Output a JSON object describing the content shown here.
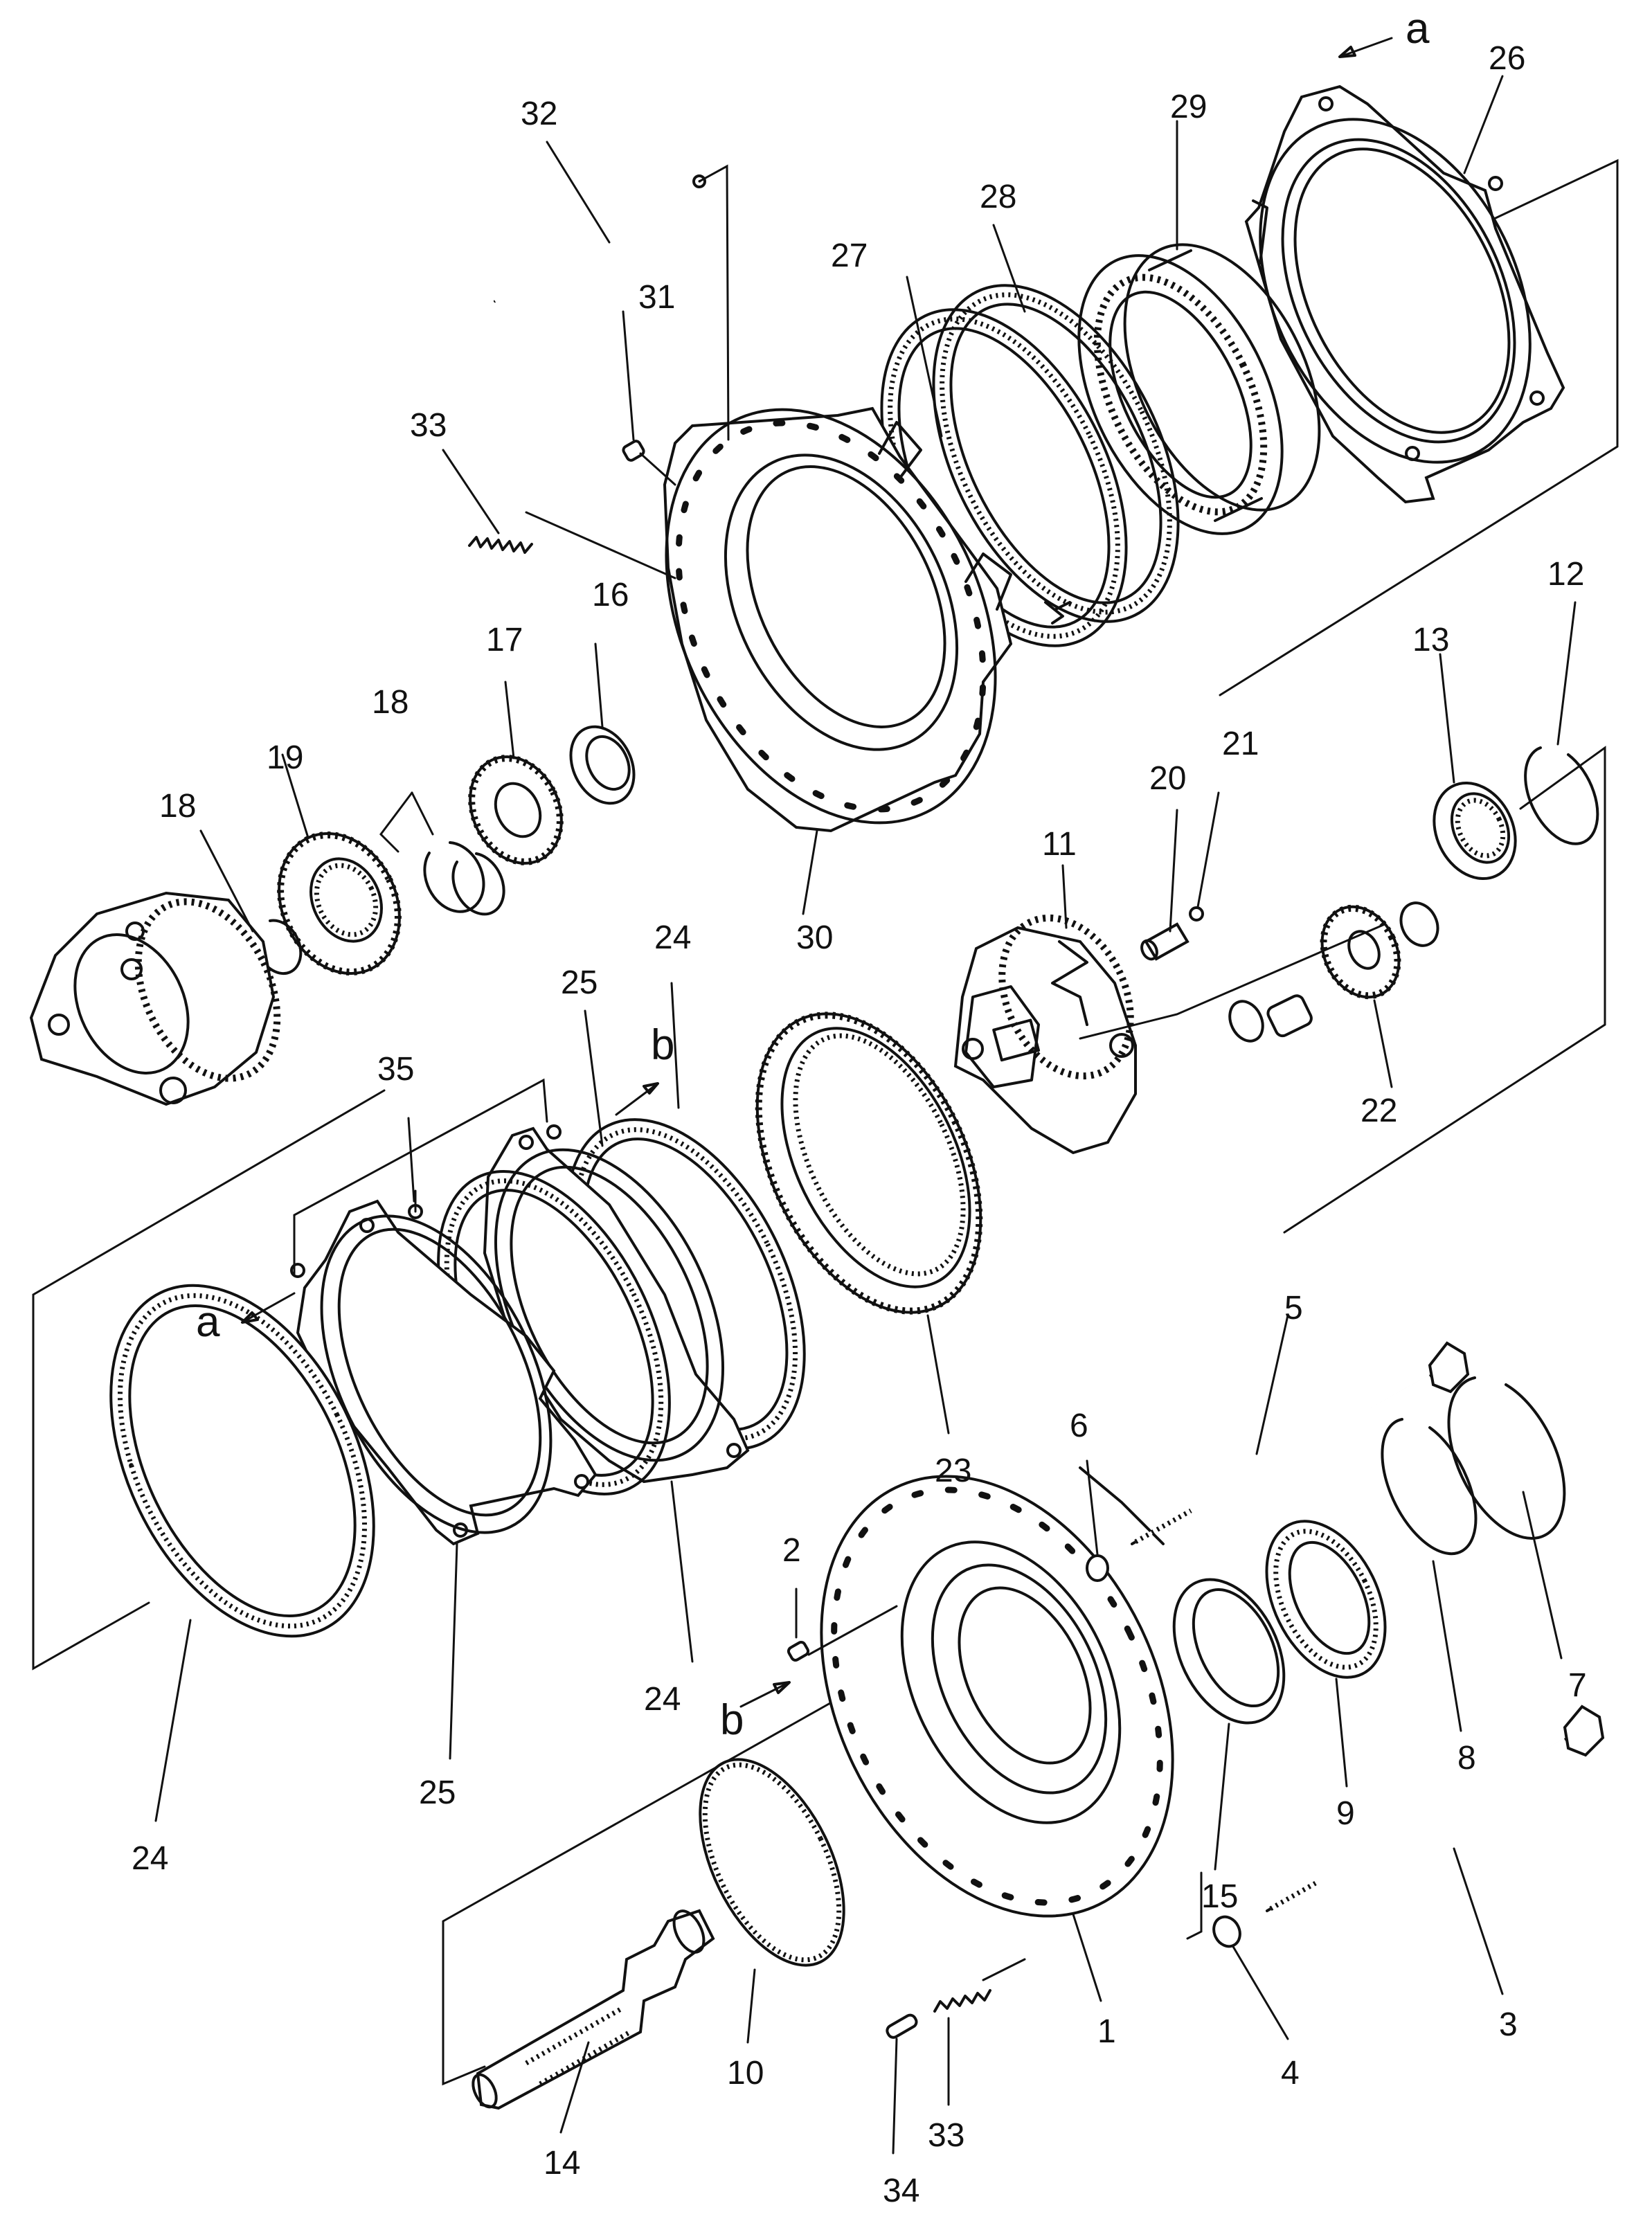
{
  "labels": {
    "p1": "1",
    "p2": "2",
    "p3": "3",
    "p4": "4",
    "p5": "5",
    "p6": "6",
    "p7": "7",
    "p8": "8",
    "p9": "9",
    "p10": "10",
    "p11": "11",
    "p12": "12",
    "p13": "13",
    "p14": "14",
    "p15": "15",
    "p16": "16",
    "p17": "17",
    "p18a": "18",
    "p18b": "18",
    "p19": "19",
    "p20": "20",
    "p21": "21",
    "p22": "22",
    "p23": "23",
    "p24a": "24",
    "p24b": "24",
    "p24c": "24",
    "p25a": "25",
    "p25b": "25",
    "p26": "26",
    "p27": "27",
    "p28": "28",
    "p29": "29",
    "p30": "30",
    "p31": "31",
    "p32": "32",
    "p33a": "33",
    "p33b": "33",
    "p34": "34",
    "p35": "35",
    "ref_a_top": "a",
    "ref_a_left": "a",
    "ref_b_top": "b",
    "ref_b_bottom": "b"
  }
}
